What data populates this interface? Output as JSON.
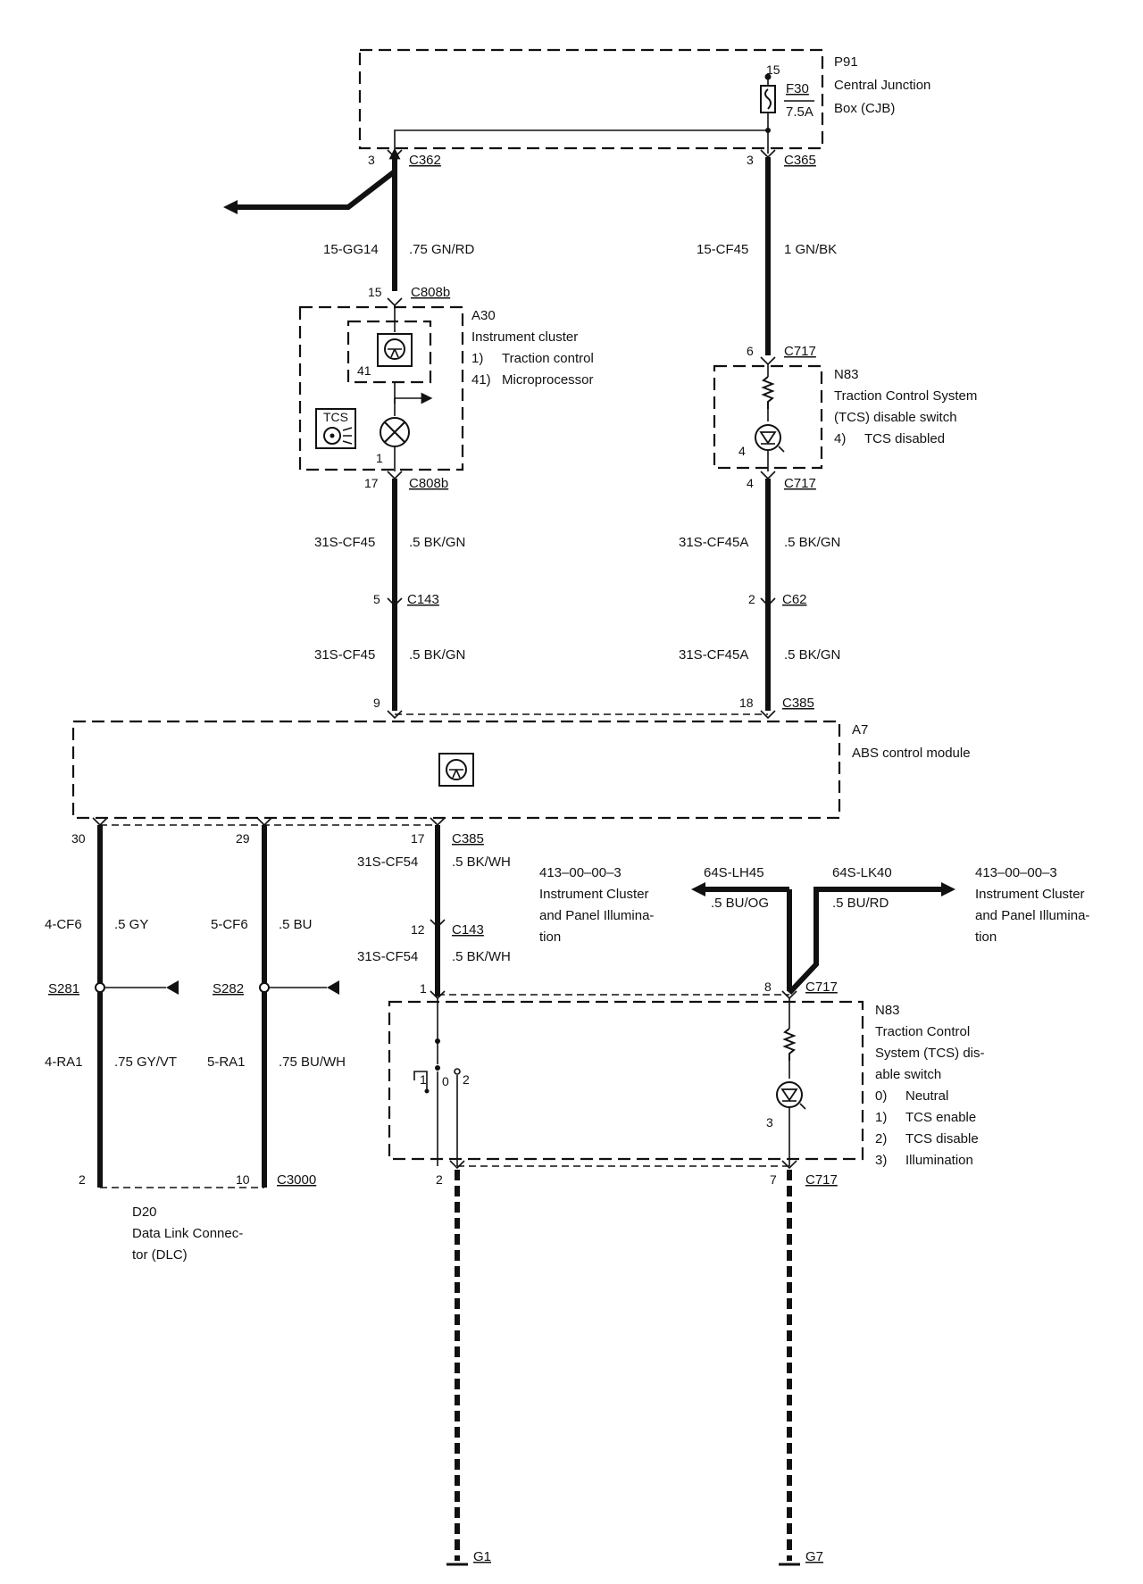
{
  "modules": {
    "p91": {
      "code": "P91",
      "line1": "Central Junction",
      "line2": "Box (CJB)"
    },
    "fuse": {
      "name": "F30",
      "rating": "7.5A",
      "pin": "15"
    },
    "a30": {
      "code": "A30",
      "line1": "Instrument cluster",
      "item1_num": "1)",
      "item1_text": "Traction control",
      "item41_num": "41)",
      "item41_text": "Microprocessor",
      "pin_micro": "41",
      "pin_lamp": "1",
      "tcs_icon": "TCS"
    },
    "n83_top": {
      "code": "N83",
      "line1": "Traction Control System",
      "line2": "(TCS) disable switch",
      "item_num": "4)",
      "item_text": "TCS disabled",
      "pin": "4"
    },
    "a7": {
      "code": "A7",
      "line1": "ABS control module"
    },
    "d20": {
      "code": "D20",
      "line1": "Data Link Connec-",
      "line2": "tor (DLC)"
    },
    "n83_bottom": {
      "code": "N83",
      "line1": "Traction Control",
      "line2": "System (TCS) dis-",
      "line3": "able switch",
      "items": [
        {
          "num": "0)",
          "text": "Neutral"
        },
        {
          "num": "1)",
          "text": "TCS enable"
        },
        {
          "num": "2)",
          "text": "TCS disable"
        },
        {
          "num": "3)",
          "text": "Illumination"
        }
      ],
      "sw_pos1": "1",
      "sw_pos0": "0",
      "sw_pos2": "2",
      "pin_lamp": "3"
    }
  },
  "connectors": {
    "c362": {
      "pin": "3",
      "name": "C362"
    },
    "c365": {
      "pin": "3",
      "name": "C365"
    },
    "c808b_top": {
      "pin": "15",
      "name": "C808b"
    },
    "c808b_bottom": {
      "pin": "17",
      "name": "C808b"
    },
    "c717_a": {
      "pin": "6",
      "name": "C717"
    },
    "c717_b": {
      "pin": "4",
      "name": "C717"
    },
    "c143_a": {
      "pin": "5",
      "name": "C143"
    },
    "c62": {
      "pin": "2",
      "name": "C62"
    },
    "a7_pin9": {
      "pin": "9"
    },
    "c385_a": {
      "pin": "18",
      "name": "C385"
    },
    "a7_pin30": {
      "pin": "30"
    },
    "a7_pin29": {
      "pin": "29"
    },
    "c385_b": {
      "pin": "17",
      "name": "C385"
    },
    "c143_b": {
      "pin": "12",
      "name": "C143"
    },
    "n83_pin1": {
      "pin": "1"
    },
    "c717_c": {
      "pin": "8",
      "name": "C717"
    },
    "d20_pin2": {
      "pin": "2"
    },
    "c3000": {
      "pin": "10",
      "name": "C3000"
    },
    "n83_pin2": {
      "pin": "2"
    },
    "c717_d": {
      "pin": "7",
      "name": "C717"
    }
  },
  "wires": {
    "w1": {
      "circuit": "15-GG14",
      "spec": ".75 GN/RD"
    },
    "w2": {
      "circuit": "15-CF45",
      "spec": "1 GN/BK"
    },
    "w3": {
      "circuit": "31S-CF45",
      "spec": ".5 BK/GN"
    },
    "w4": {
      "circuit": "31S-CF45A",
      "spec": ".5 BK/GN"
    },
    "w5": {
      "circuit": "31S-CF45",
      "spec": ".5 BK/GN"
    },
    "w6": {
      "circuit": "31S-CF45A",
      "spec": ".5 BK/GN"
    },
    "w7": {
      "circuit": "4-CF6",
      "spec": ".5 GY"
    },
    "w8": {
      "circuit": "5-CF6",
      "spec": ".5 BU"
    },
    "w9": {
      "circuit": "31S-CF54",
      "spec": ".5 BK/WH"
    },
    "w10": {
      "circuit": "31S-CF54",
      "spec": ".5 BK/WH"
    },
    "w11": {
      "circuit": "4-RA1",
      "spec": ".75 GY/VT"
    },
    "w12": {
      "circuit": "5-RA1",
      "spec": ".75 BU/WH"
    },
    "w13": {
      "circuit": "64S-LH45",
      "spec": ".5 BU/OG"
    },
    "w14": {
      "circuit": "64S-LK40",
      "spec": ".5 BU/RD"
    }
  },
  "splices": {
    "s281": "S281",
    "s282": "S282"
  },
  "grounds": {
    "g1": "G1",
    "g7": "G7"
  },
  "refs": {
    "left": {
      "code": "413–00–00–3",
      "line1": "Instrument Cluster",
      "line2": "and Panel Illumina-",
      "line3": "tion"
    },
    "right": {
      "code": "413–00–00–3",
      "line1": "Instrument Cluster",
      "line2": "and Panel Illumina-",
      "line3": "tion"
    }
  }
}
